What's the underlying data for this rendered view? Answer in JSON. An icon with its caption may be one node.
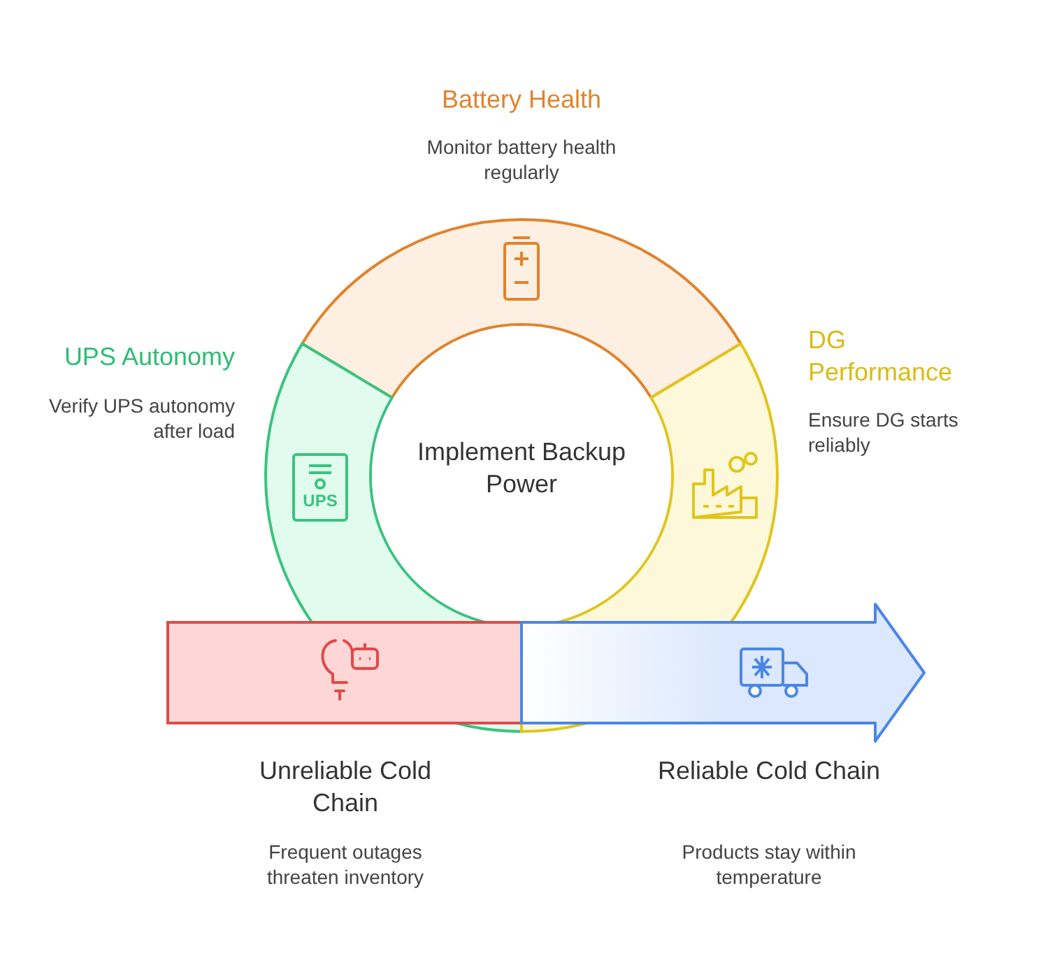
{
  "diagram": {
    "nodes": [
      {
        "text": [
          "Battery Health",
          "Monitor battery health regularly"
        ]
      },
      {
        "text": [
          "UPS Autonomy",
          "Verify UPS autonomy after load"
        ]
      },
      {
        "text": [
          "DG Performance",
          "Ensure DG starts reliably"
        ]
      },
      {
        "text": [
          "Implement Backup Power"
        ]
      },
      {
        "text": [
          "Unreliable Cold Chain",
          "Frequent outages threaten inventory"
        ]
      },
      {
        "text": [
          "Reliable Cold Chain",
          "Products stay within temperature"
        ]
      }
    ],
    "labels": [
      "UPS"
    ]
  }
}
